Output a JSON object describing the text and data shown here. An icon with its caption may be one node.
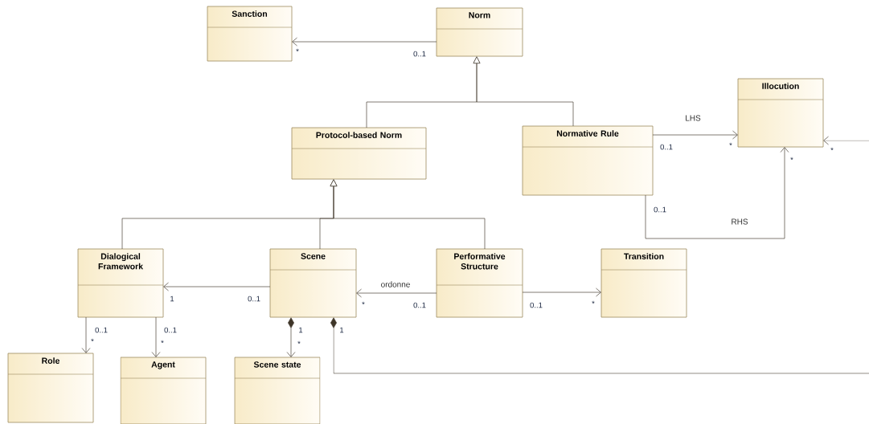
{
  "diagram": {
    "nodes": [
      {
        "text": [
          "Sanction"
        ]
      },
      {
        "text": [
          "Norm"
        ]
      },
      {
        "text": [
          "Illocution"
        ]
      },
      {
        "text": [
          "Protocol-based Norm"
        ]
      },
      {
        "text": [
          "Normative Rule"
        ]
      },
      {
        "text": [
          "Dialogical Framework"
        ]
      },
      {
        "text": [
          "Scene"
        ]
      },
      {
        "text": [
          "Performative Structure"
        ]
      },
      {
        "text": [
          "Transition"
        ]
      },
      {
        "text": [
          "Role"
        ]
      },
      {
        "text": [
          "Agent"
        ]
      },
      {
        "text": [
          "Scene state"
        ]
      }
    ],
    "edges": [
      {
        "from": 1,
        "to": 0,
        "arrow": "to"
      },
      {
        "from": 3,
        "to": 1,
        "arrow": "to"
      },
      {
        "from": 4,
        "to": 1,
        "arrow": "to"
      },
      {
        "from": 5,
        "to": 3,
        "arrow": "to"
      },
      {
        "from": 6,
        "to": 3,
        "arrow": "to"
      },
      {
        "from": 7,
        "to": 3,
        "arrow": "to"
      },
      {
        "from": 4,
        "to": 2,
        "arrow": "to",
        "label": "LHS"
      },
      {
        "from": 4,
        "to": 2,
        "arrow": "to",
        "label": "RHS"
      },
      {
        "from": null,
        "to": 2,
        "arrow": "to"
      },
      {
        "from": 6,
        "to": 5,
        "arrow": "to"
      },
      {
        "from": 7,
        "to": 6,
        "arrow": "to",
        "label": "ordonne"
      },
      {
        "from": 7,
        "to": 8,
        "arrow": "to"
      },
      {
        "from": 5,
        "to": 9,
        "arrow": "to"
      },
      {
        "from": 5,
        "to": 10,
        "arrow": "to"
      },
      {
        "from": 6,
        "to": 11,
        "arrow": "to"
      },
      {
        "from": 6,
        "to": null,
        "arrow": "other"
      }
    ],
    "labels": [
      "*",
      "0..1",
      "0..1",
      "*",
      "*",
      "*",
      "0..1",
      "1",
      "0..1",
      "*",
      "0..1",
      "0..1",
      "*",
      "0..1",
      "*",
      "0..1",
      "*",
      "1",
      "*",
      "1"
    ]
  }
}
